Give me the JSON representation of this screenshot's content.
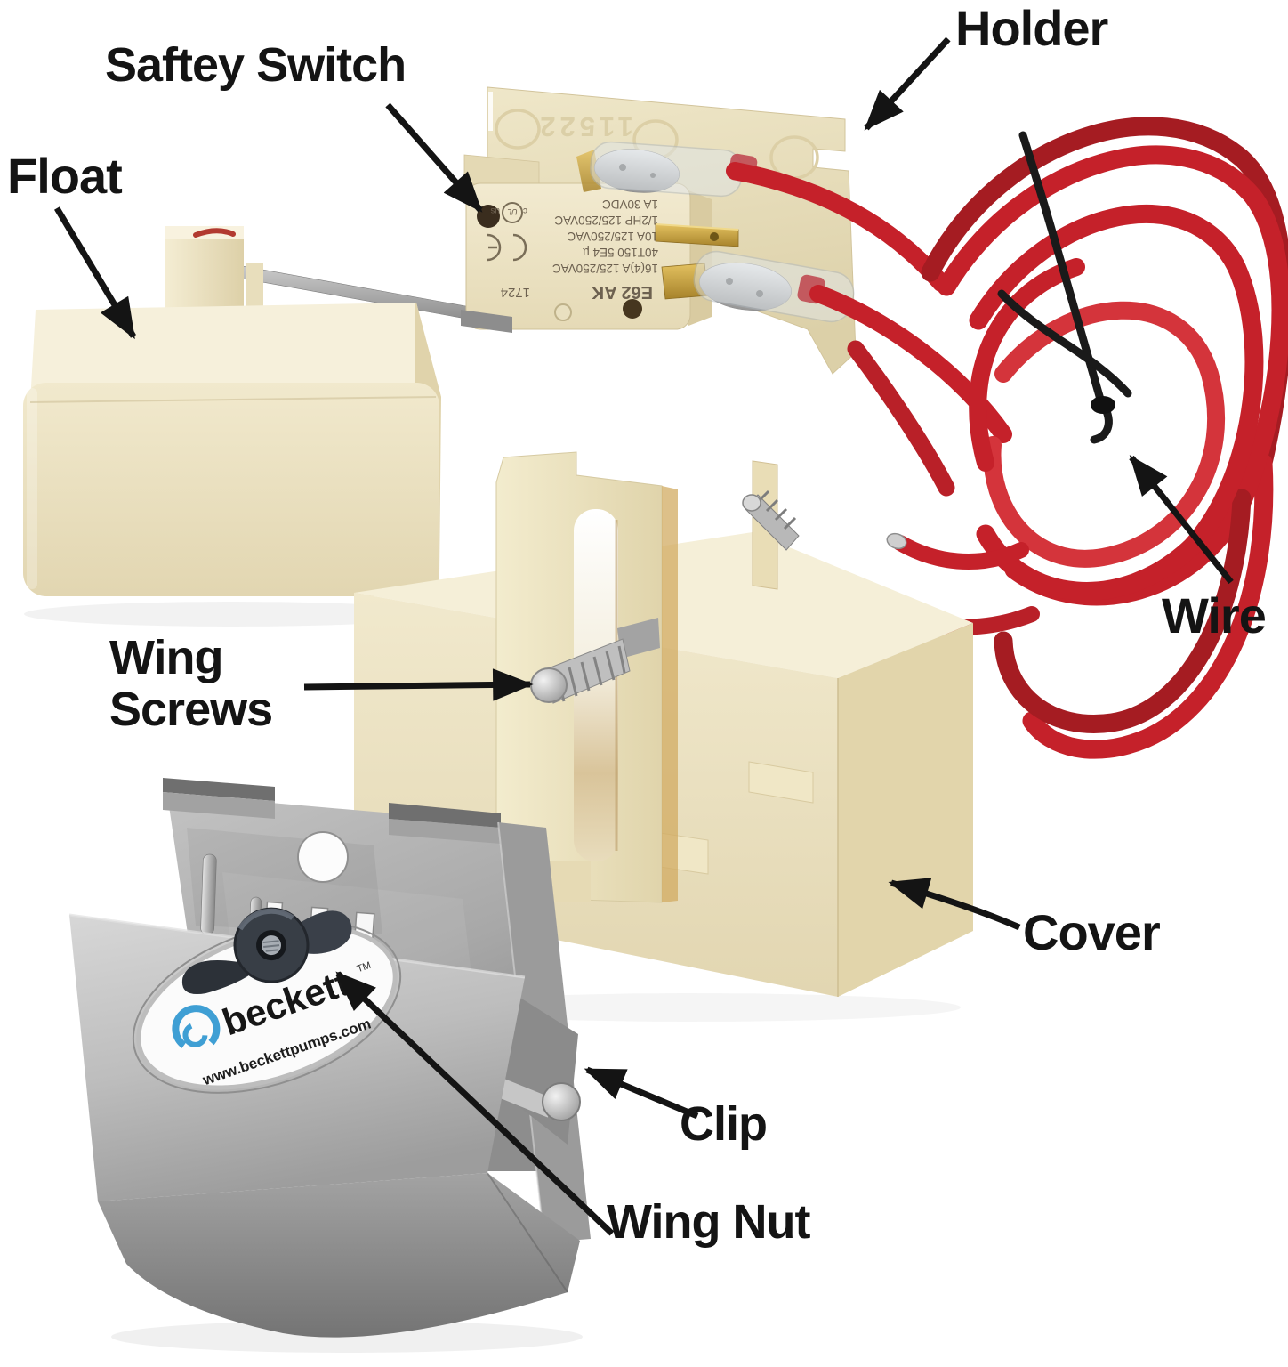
{
  "labels": {
    "saftey_switch": "Saftey Switch",
    "holder": "Holder",
    "float": "Float",
    "wire": "Wire",
    "wing_screws_line1": "Wing",
    "wing_screws_line2": "Screws",
    "cover": "Cover",
    "clip": "Clip",
    "wing_nut": "Wing Nut"
  },
  "safety_switch": {
    "model": "E62 AK",
    "date_code": "1724",
    "ratings": [
      "16(4)A 125/250VAC",
      "40T150 5E4 µ",
      "10A 125/250VAC",
      "1/2HP 125/250VAC",
      "1A 30VDC"
    ],
    "ul_mark": {
      "c": "c",
      "ul": "UL",
      "us": "us"
    }
  },
  "holder": {
    "marking": "11522"
  },
  "beckett_label": {
    "brand": "beckett",
    "trademark": "TM",
    "website": "www.beckettpumps.com"
  },
  "colors": {
    "cream": "#ece3c2",
    "wire_red": "#c5212a",
    "steel": "#b5b5b5",
    "annotation": "#141414",
    "beckett_blue": "#3f9fd4"
  }
}
